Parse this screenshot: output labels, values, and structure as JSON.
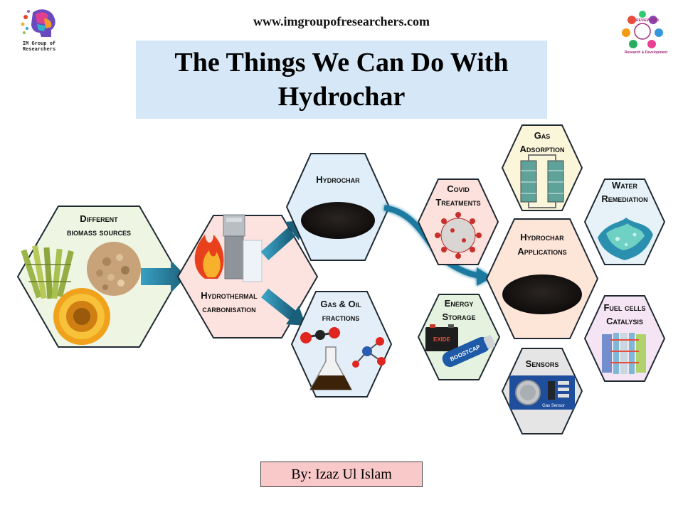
{
  "header": {
    "url": "www.imgroupofresearchers.com",
    "title": "The Things We Can Do With Hydrochar",
    "author": "By: Izaz Ul Islam"
  },
  "logos": {
    "left_text": "IM Group of Researchers",
    "right_text_top": "REVIEW HUB",
    "right_text_bottom": "Research & Development"
  },
  "nodes": {
    "biomass": {
      "line1": "Different",
      "line2": "biomass sources"
    },
    "htc": {
      "line1": "Hydrothermal",
      "line2": "carbonisation"
    },
    "hydrochar": {
      "line1": "Hydrochar"
    },
    "gasoil": {
      "line1": "Gas & Oil",
      "line2": "fractions"
    },
    "covid": {
      "line1": "Covid",
      "line2": "Treatments"
    },
    "gas_adsorption": {
      "line1": "Gas",
      "line2": "Adsorption"
    },
    "applications": {
      "line1": "Hydrochar",
      "line2": "Applications"
    },
    "water": {
      "line1": "Water",
      "line2": "Remediation"
    },
    "energy": {
      "line1": "Energy",
      "line2": "Storage",
      "battery_text": "EXIDE",
      "capacitor_text": "BOOSTCAP"
    },
    "fuel": {
      "line1": "Fuel cells",
      "line2": "Catalysis"
    },
    "sensors": {
      "line1": "Sensors",
      "board_text": "Gas Sensor"
    }
  },
  "colors": {
    "hex_stroke": "#1f2a33",
    "arrow": "#1d6f8c",
    "title_bg": "#d6e8f8",
    "author_bg": "#f9c8c8"
  }
}
